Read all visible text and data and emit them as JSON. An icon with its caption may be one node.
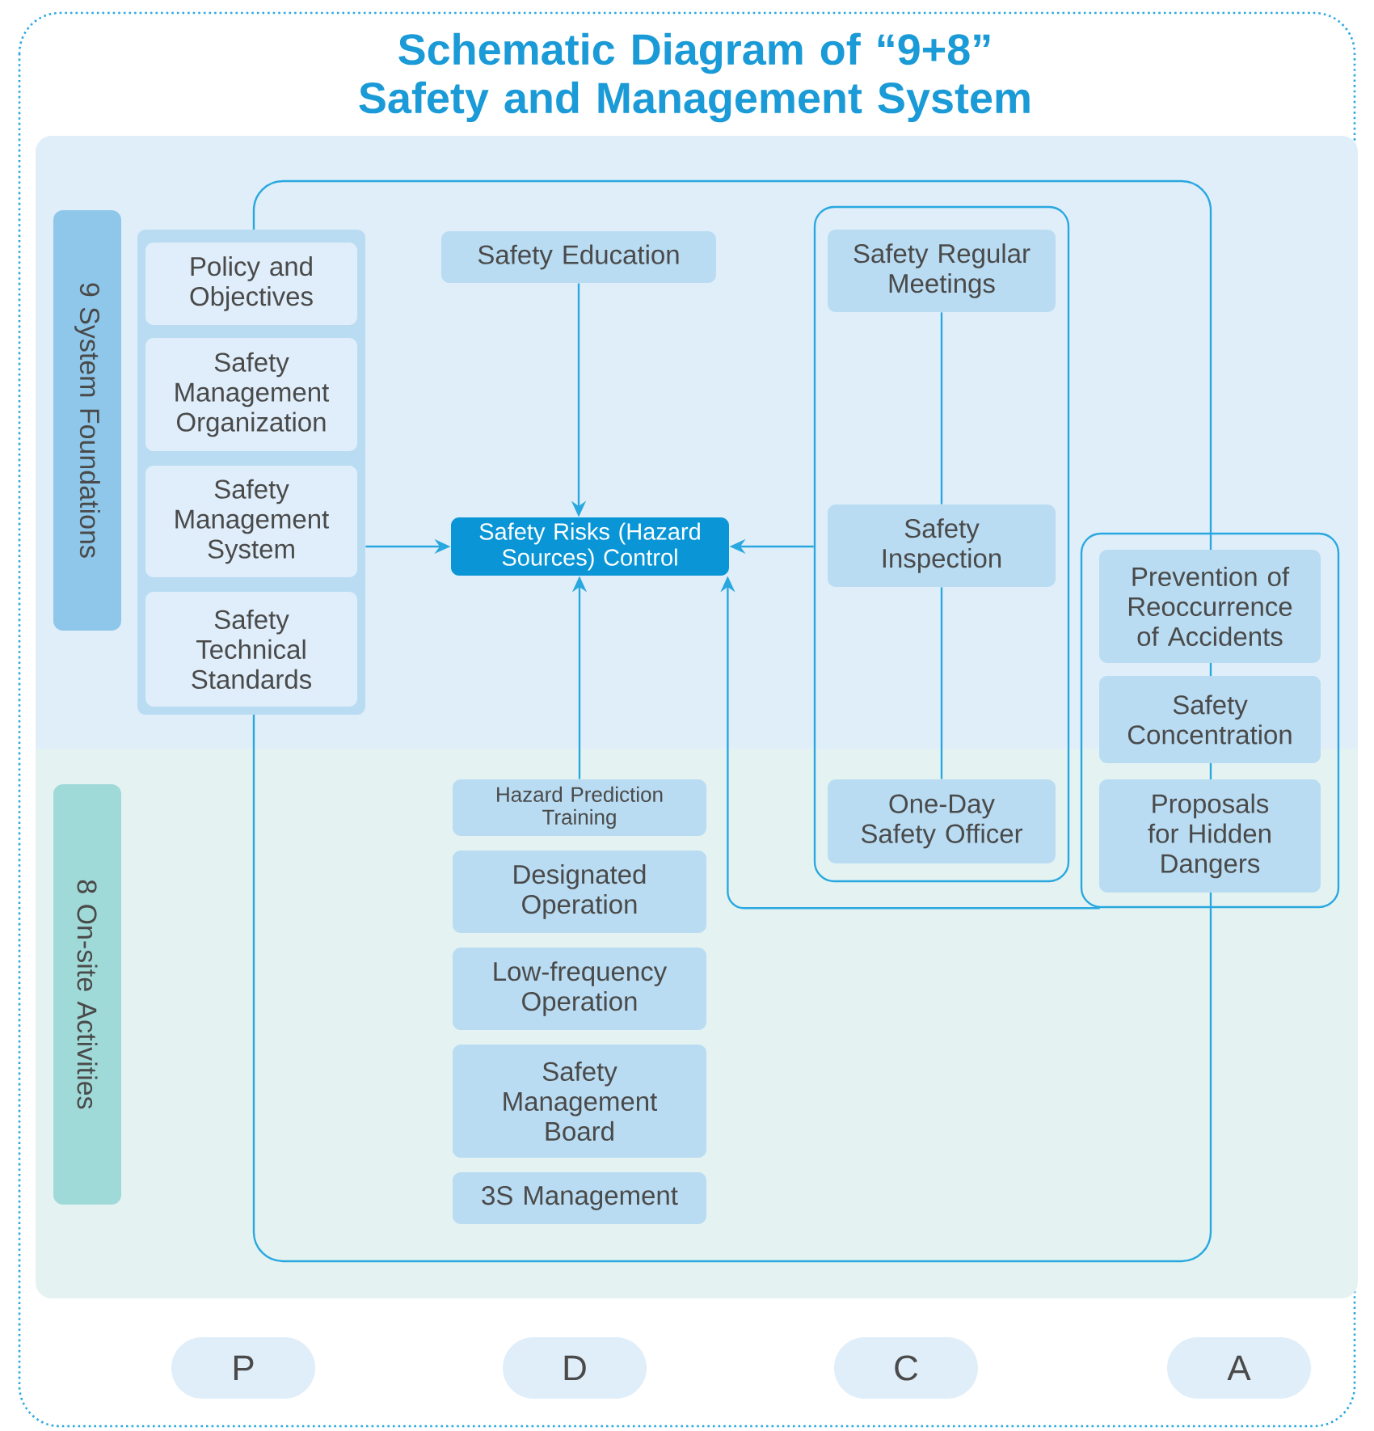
{
  "diagram": {
    "title": "Schematic Diagram of “9+8” Safety and Management System",
    "nodes": [
      {
        "text": [
          "9 System Foundations"
        ]
      },
      {
        "text": [
          "8 On-site Activities"
        ]
      },
      {
        "text": [],
        "shape": "box"
      },
      {
        "text": [
          "Policy and Objectives"
        ],
        "in": 2
      },
      {
        "text": [
          "Safety Management Organization"
        ],
        "in": 2
      },
      {
        "text": [
          "Safety Management System"
        ],
        "in": 2
      },
      {
        "text": [
          "Safety Technical Standards"
        ],
        "in": 2
      },
      {
        "text": [
          "Safety Education"
        ]
      },
      {
        "text": [
          "Safety Risks (Hazard Sources) Control"
        ]
      },
      {
        "text": [
          "Hazard Prediction Training"
        ]
      },
      {
        "text": [
          "Designated Operation"
        ]
      },
      {
        "text": [
          "Low-frequency Operation"
        ]
      },
      {
        "text": [
          "Safety Management Board"
        ]
      },
      {
        "text": [
          "3S Management"
        ]
      },
      {
        "text": [],
        "shape": "box"
      },
      {
        "text": [
          "Safety Regular Meetings"
        ],
        "in": 14
      },
      {
        "text": [
          "Safety Inspection"
        ],
        "in": 14
      },
      {
        "text": [
          "One-Day Safety Officer"
        ],
        "in": 14
      },
      {
        "text": [],
        "shape": "box"
      },
      {
        "text": [
          "Prevention of Reoccurrence of Accidents"
        ],
        "in": 18
      },
      {
        "text": [
          "Safety Concentration"
        ],
        "in": 18
      },
      {
        "text": [
          "Proposals for Hidden Dangers"
        ],
        "in": 18
      },
      {
        "text": [
          "P"
        ]
      },
      {
        "text": [
          "D"
        ]
      },
      {
        "text": [
          "C"
        ]
      },
      {
        "text": [
          "A"
        ]
      }
    ],
    "edges": [
      {
        "from": 2,
        "to": 8,
        "arrow": "to"
      },
      {
        "from": 7,
        "to": 8,
        "arrow": "to"
      },
      {
        "from": 9,
        "to": 8,
        "arrow": "to"
      },
      {
        "from": 14,
        "to": 8,
        "arrow": "to"
      },
      {
        "from": 18,
        "to": 8,
        "arrow": "to"
      },
      {
        "from": 15,
        "to": 16,
        "arrow": "none"
      },
      {
        "from": 16,
        "to": 17,
        "arrow": "none"
      }
    ]
  }
}
